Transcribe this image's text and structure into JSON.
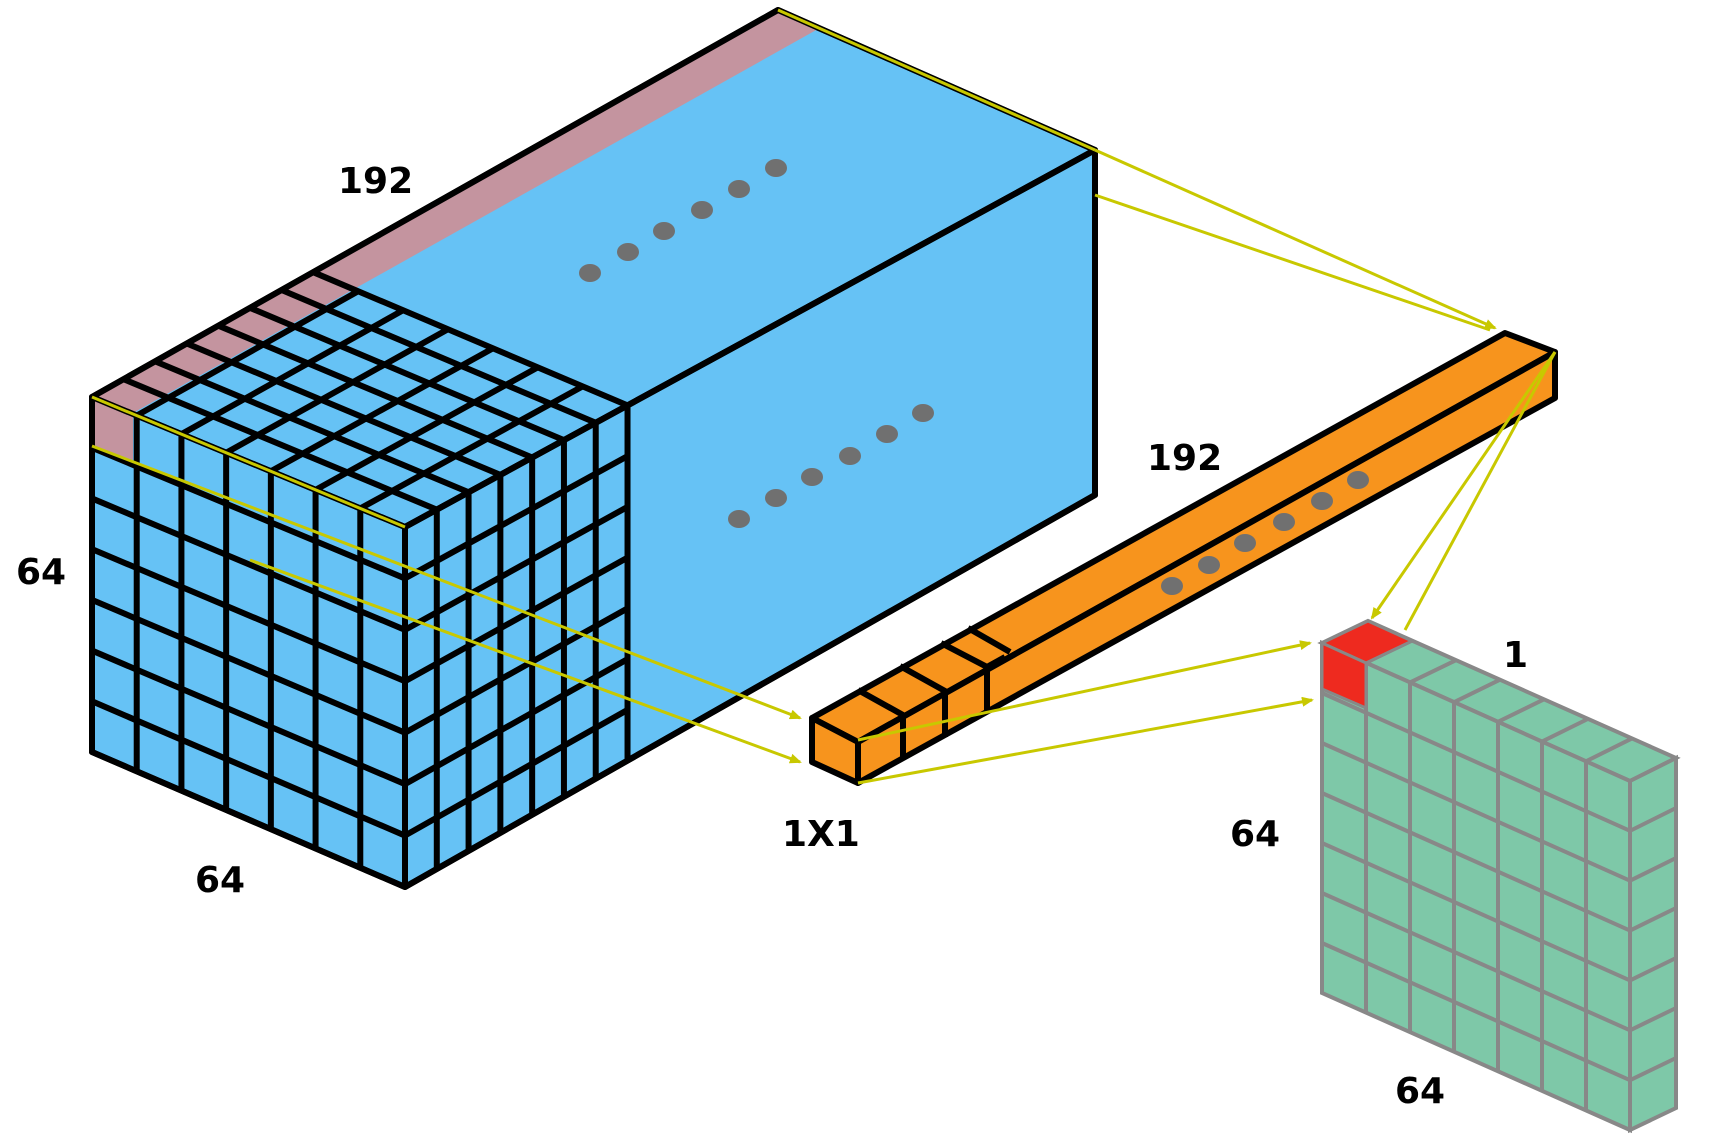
{
  "labels": {
    "big_depth": "192",
    "big_height": "64",
    "big_width": "64",
    "filter_size": "1X1",
    "bar_depth": "192",
    "out_depth": "1",
    "out_height": "64",
    "out_width": "64"
  },
  "colors": {
    "input_volume": "#66c2f5",
    "input_top_strip": "#c4949f",
    "filter_bar": "#f7941d",
    "output_map": "#7ec8a8",
    "output_cell_highlight": "#ee2a1f",
    "arrow": "#c8c800",
    "ellipsis_dot": "#707070"
  },
  "icons": {
    "arrow": "yellow-arrow-head",
    "ellipsis": "gray-dot-ellipsis"
  }
}
